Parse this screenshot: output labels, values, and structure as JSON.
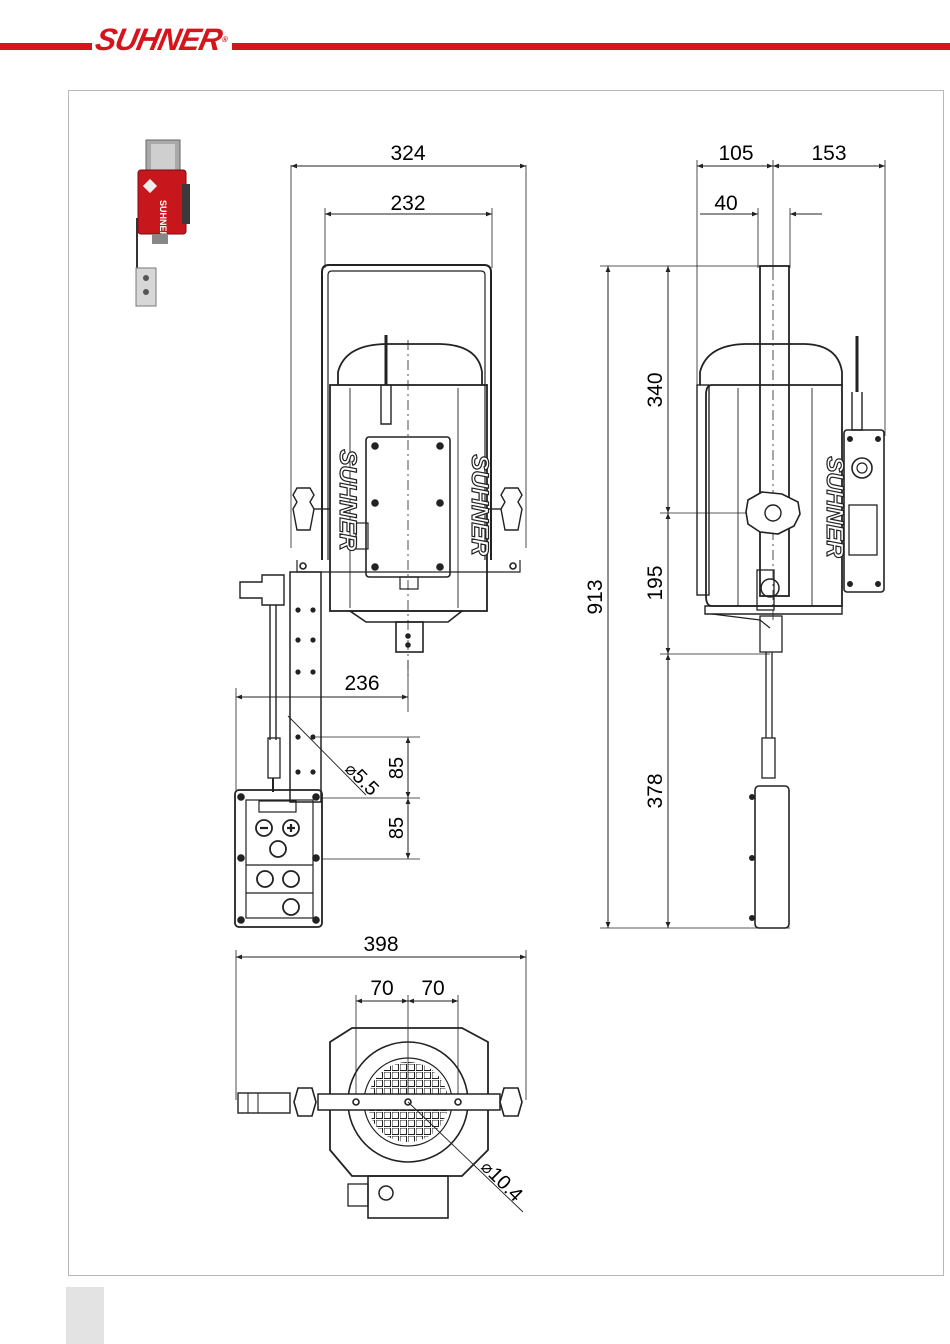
{
  "header": {
    "logo_text": "SUHNER",
    "brand_color": "#d6141c"
  },
  "drawing": {
    "front_view": {
      "overall_width": "324",
      "motor_width": "232",
      "arm_offset": "236",
      "hole_diameter": "5.5",
      "spacing_upper": "85",
      "spacing_lower": "85",
      "motor_label": "SUHNER"
    },
    "side_view": {
      "left_extent": "105",
      "right_extent": "153",
      "bar_width": "40",
      "total_height": "913",
      "upper_height": "340",
      "middle_height": "195",
      "lower_height": "378",
      "motor_label": "SUHNER"
    },
    "top_view": {
      "overall_width": "398",
      "spacing_left": "70",
      "spacing_right": "70",
      "bolt_diameter": "10.4"
    }
  }
}
